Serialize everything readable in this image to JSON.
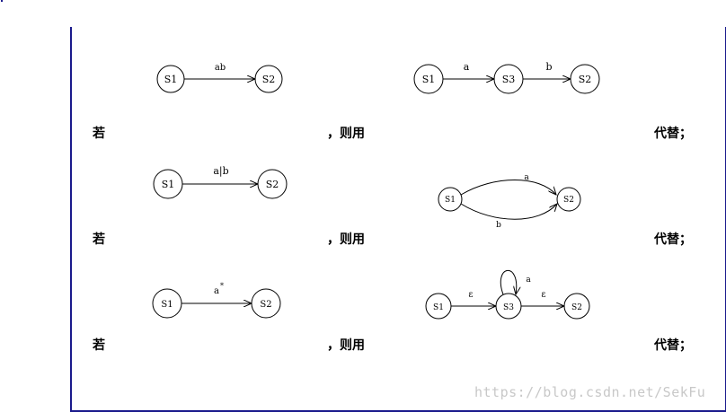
{
  "rules": [
    {
      "if": "若",
      "then": "，则用",
      "replace": "代替；"
    },
    {
      "if": "若",
      "then": "，则用",
      "replace": "代替；"
    },
    {
      "if": "若",
      "then": "，则用",
      "replace": "代替；"
    }
  ],
  "diagrams": {
    "d1_left": {
      "from": "S1",
      "to": "S2",
      "label": "ab"
    },
    "d1_right": {
      "n1": "S1",
      "n2": "S3",
      "n3": "S2",
      "l1": "a",
      "l2": "b"
    },
    "d2_left": {
      "from": "S1",
      "to": "S2",
      "label": "a|b"
    },
    "d2_right": {
      "from": "S1",
      "to": "S2",
      "top_label": "a",
      "bottom_label": "b"
    },
    "d3_left": {
      "from": "S1",
      "to": "S2",
      "label": "a",
      "sup": "*"
    },
    "d3_right": {
      "n1": "S1",
      "n2": "S3",
      "n3": "S2",
      "l1": "ε",
      "l2": "ε",
      "loop_label": "a"
    }
  },
  "watermark": "https://blog.csdn.net/SekFu"
}
